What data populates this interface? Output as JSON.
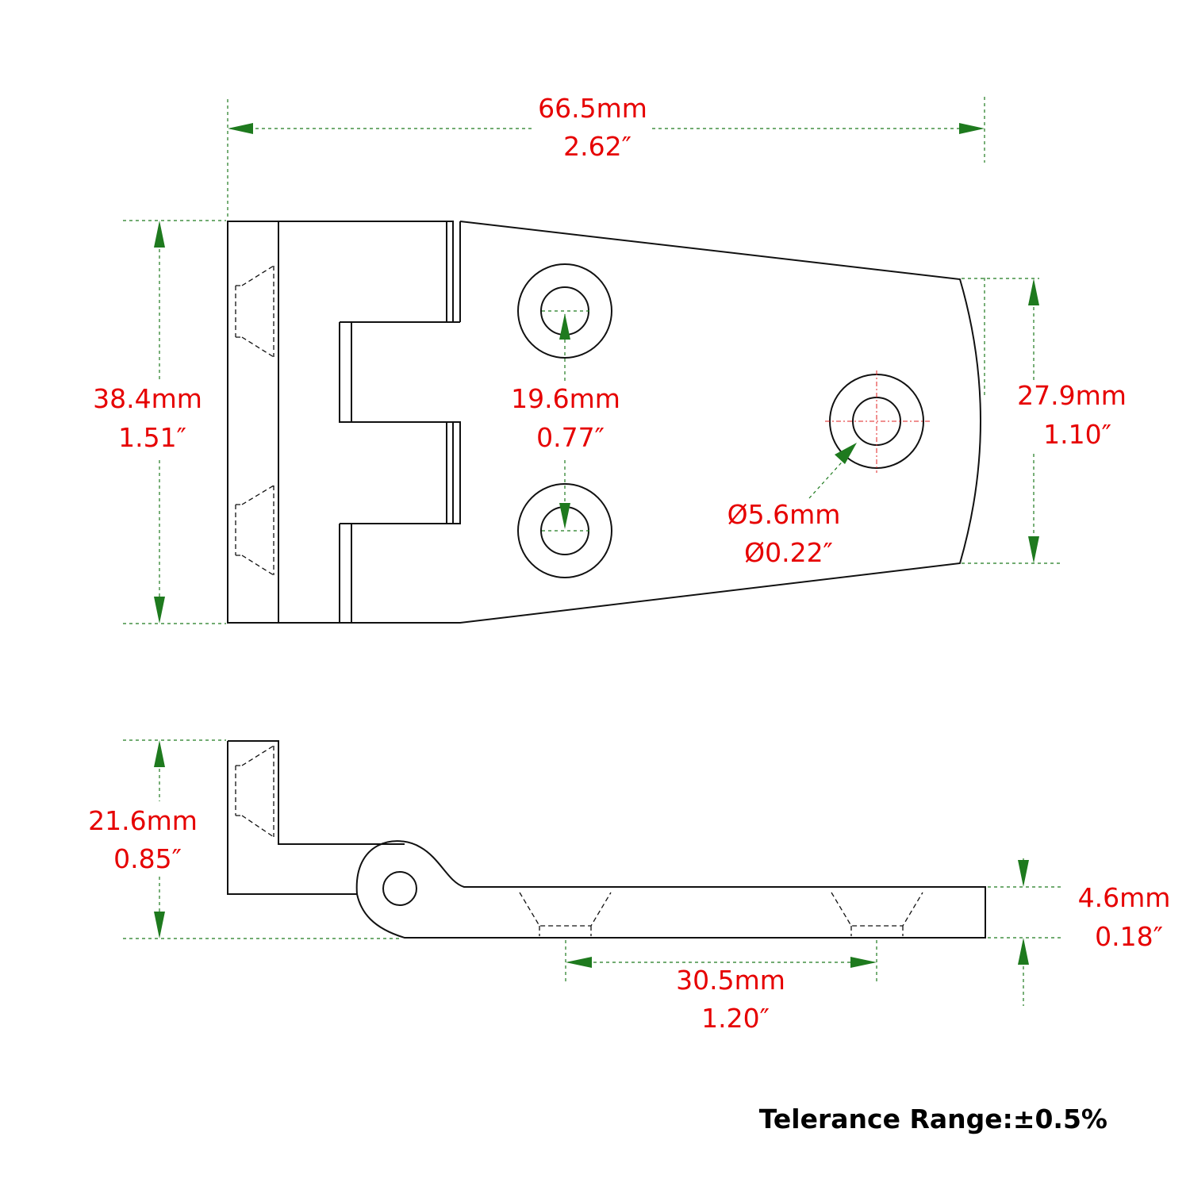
{
  "dimensions": {
    "overall_length": {
      "mm": "66.5mm",
      "inch": "2.62″"
    },
    "leaf_height": {
      "mm": "38.4mm",
      "inch": "1.51″"
    },
    "hole_spacing_vertical": {
      "mm": "19.6mm",
      "inch": "0.77″"
    },
    "hole_diameter": {
      "mm": "Ø5.6mm",
      "inch": "Ø0.22″"
    },
    "tip_height": {
      "mm": "27.9mm",
      "inch": "1.10″"
    },
    "side_height": {
      "mm": "21.6mm",
      "inch": "0.85″"
    },
    "hole_spacing_horizontal": {
      "mm": "30.5mm",
      "inch": "1.20″"
    },
    "leaf_thickness": {
      "mm": "4.6mm",
      "inch": "0.18″"
    }
  },
  "note": "Telerance Range:±0.5%",
  "colors": {
    "outline": "#111111",
    "dimension_line": "#1e7a1e",
    "dimension_text": "#e60000",
    "centerline": "#e02020"
  }
}
